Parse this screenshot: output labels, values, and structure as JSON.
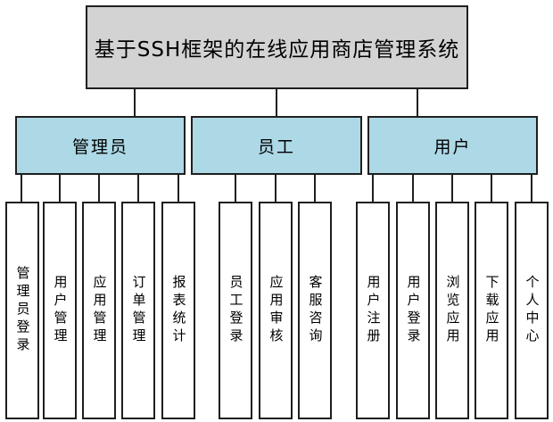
{
  "diagram": {
    "title": "基于SSH框架的在线应用商店管理系统",
    "colors": {
      "root_fill": "#d3d3d3",
      "branch_fill": "#add8e6",
      "leaf_fill": "#ffffff",
      "border": "#1f1f1f",
      "line": "#1f1f1f"
    },
    "branches": [
      {
        "label": "管理员",
        "children": [
          "管理员登录",
          "用户管理",
          "应用管理",
          "订单管理",
          "报表统计"
        ]
      },
      {
        "label": "员工",
        "children": [
          "员工登录",
          "应用审核",
          "客服咨询"
        ]
      },
      {
        "label": "用户",
        "children": [
          "用户注册",
          "用户登录",
          "浏览应用",
          "下载应用",
          "个人中心"
        ]
      }
    ]
  }
}
